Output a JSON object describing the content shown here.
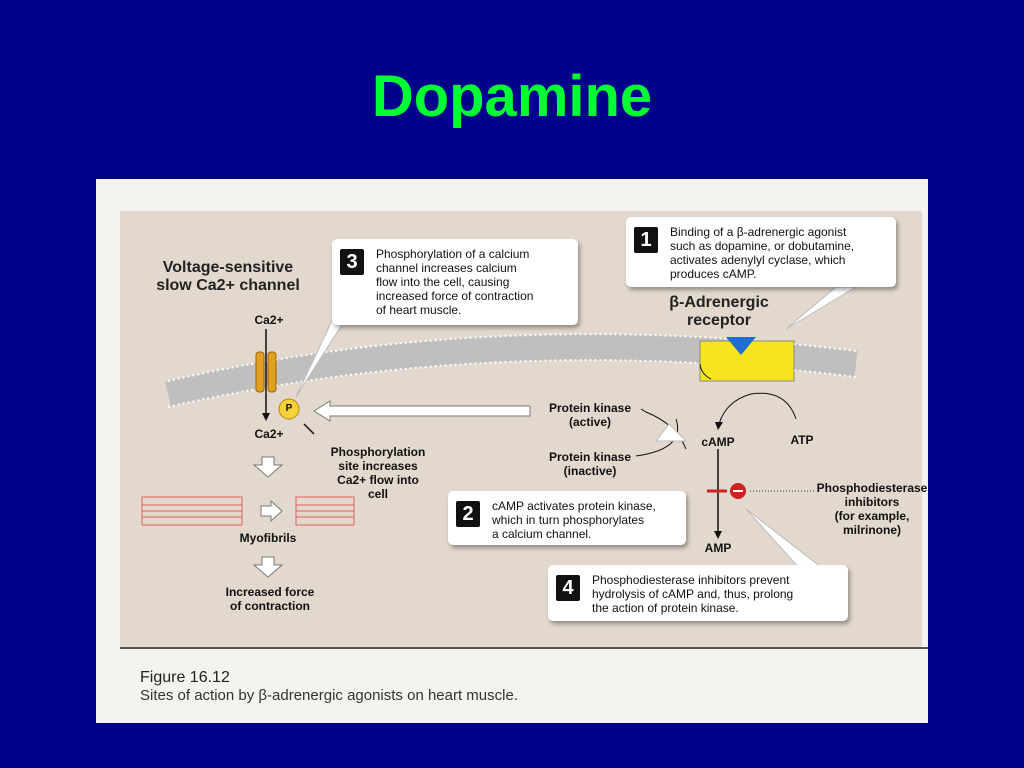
{
  "slide": {
    "title": "Dopamine"
  },
  "figure": {
    "number": "Figure 16.12",
    "caption": "Sites of action by β-adrenergic agonists on heart muscle."
  },
  "callouts": {
    "c1": {
      "num": "1",
      "text": "Binding of a β-adrenergic agonist\nsuch as dopamine, or dobutamine,\nactivates adenylyl cyclase, which\nproduces cAMP."
    },
    "c2": {
      "num": "2",
      "text": "cAMP activates protein kinase,\nwhich in turn phosphorylates\na calcium channel."
    },
    "c3": {
      "num": "3",
      "text": "Phosphorylation of a calcium\nchannel increases calcium\nflow into the cell, causing\nincreased force of contraction\nof heart muscle."
    },
    "c4": {
      "num": "4",
      "text": "Phosphodiesterase inhibitors prevent\nhydrolysis of cAMP and, thus, prolong\nthe action of protein kinase."
    }
  },
  "labels": {
    "channel": "Voltage-sensitive\nslow Ca2+ channel",
    "ca_top": "Ca2+",
    "ca_bottom": "Ca2+",
    "p": "P",
    "phos_site": "Phosphorylation\nsite increases\nCa2+ flow into\ncell",
    "receptor": "β-Adrenergic\nreceptor",
    "pk_active": "Protein kinase\n(active)",
    "pk_inactive": "Protein kinase\n(inactive)",
    "camp": "cAMP",
    "atp": "ATP",
    "amp": "AMP",
    "pde_inhib": "Phosphodiesterase\ninhibitors\n(for example,\nmilrinone)",
    "myofibrils": "Myofibrils",
    "force": "Increased force\nof contraction"
  }
}
